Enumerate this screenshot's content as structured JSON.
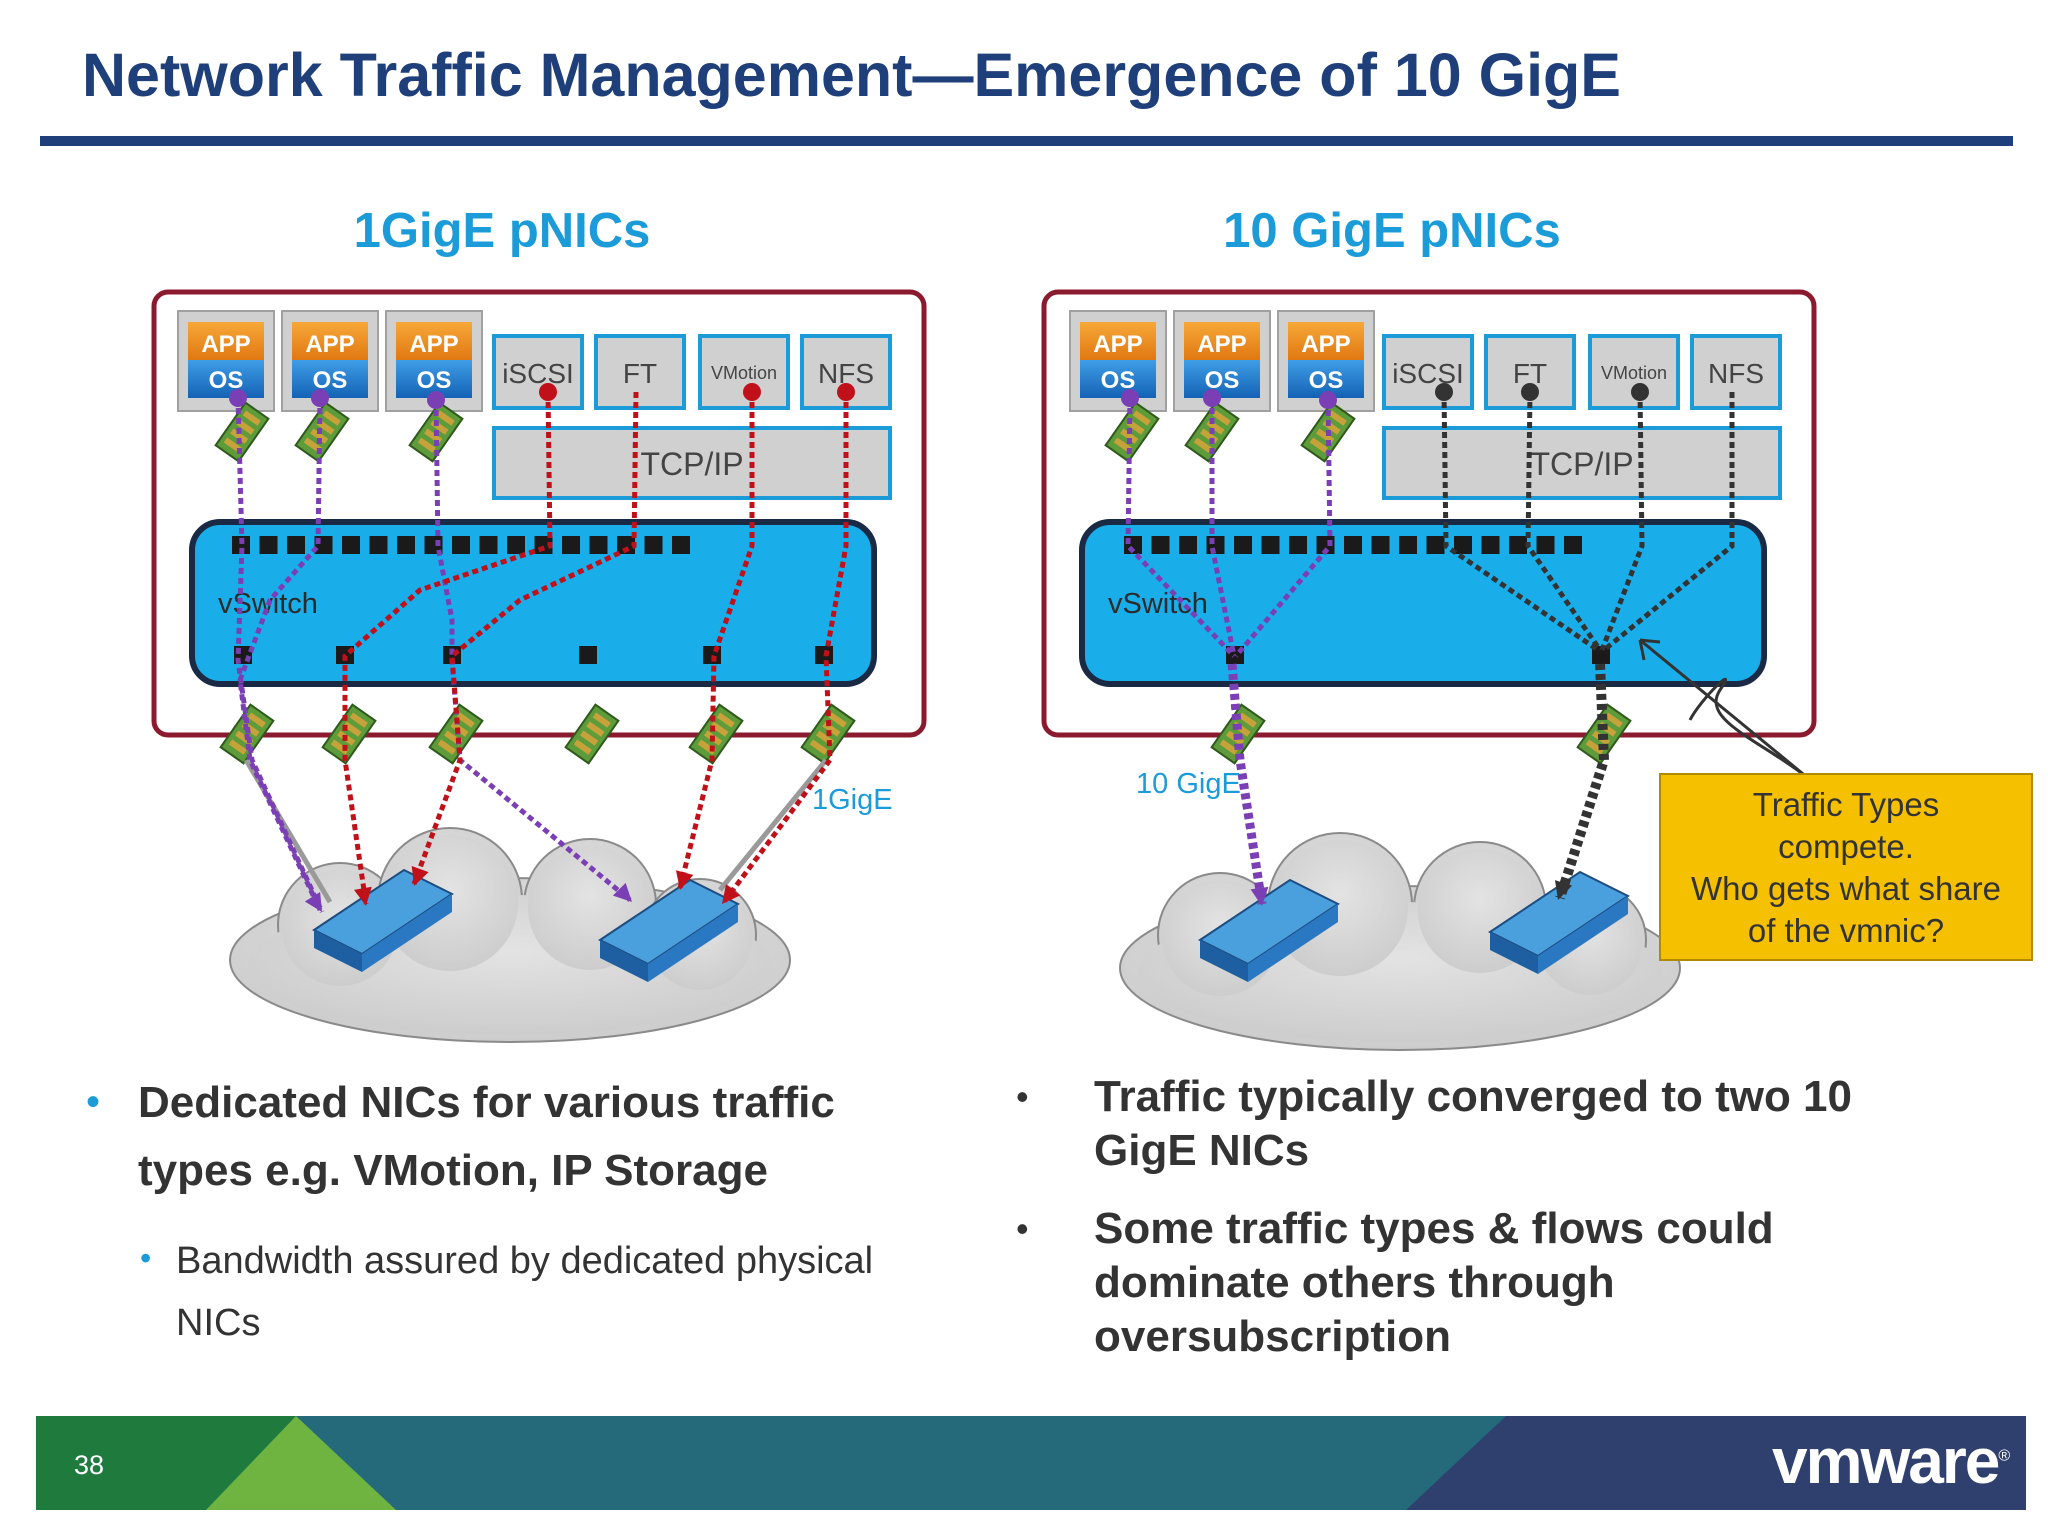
{
  "slide": {
    "title": "Network Traffic Management—Emergence of 10 GigE",
    "page_number": "38",
    "logo_text": "vmware"
  },
  "left_panel": {
    "heading": "1GigE pNICs",
    "app_label": "APP",
    "os_label": "OS",
    "traffic": [
      "iSCSI",
      "FT",
      "VMotion",
      "NFS"
    ],
    "stack": "TCP/IP",
    "vswitch": "vSwitch",
    "link_label": "1GigE"
  },
  "right_panel": {
    "heading": "10 GigE pNICs",
    "app_label": "APP",
    "os_label": "OS",
    "traffic": [
      "iSCSI",
      "FT",
      "VMotion",
      "NFS"
    ],
    "stack": "TCP/IP",
    "vswitch": "vSwitch",
    "link_label": "10 GigE",
    "callout": [
      "Traffic Types",
      "compete.",
      "Who gets what share",
      "of the vmnic?"
    ]
  },
  "left_bullets": {
    "main": [
      "Dedicated NICs for various traffic",
      "types e.g. VMotion, IP Storage"
    ],
    "sub": [
      "Bandwidth assured by dedicated physical",
      "NICs"
    ]
  },
  "right_bullets": {
    "b1": [
      "Traffic typically converged to two 10",
      "GigE NICs"
    ],
    "b2": [
      "Some traffic types & flows could",
      "dominate others through",
      "oversubscription"
    ]
  },
  "colors": {
    "title": "#1f3f7a",
    "heading": "#1b9bd8",
    "host_border": "#8b1a2f",
    "vswitch": "#19aeea",
    "vm_flow": "#7b3fb5",
    "storage_flow": "#c0101a",
    "converged_flow": "#333333",
    "callout": "#f5c000"
  }
}
